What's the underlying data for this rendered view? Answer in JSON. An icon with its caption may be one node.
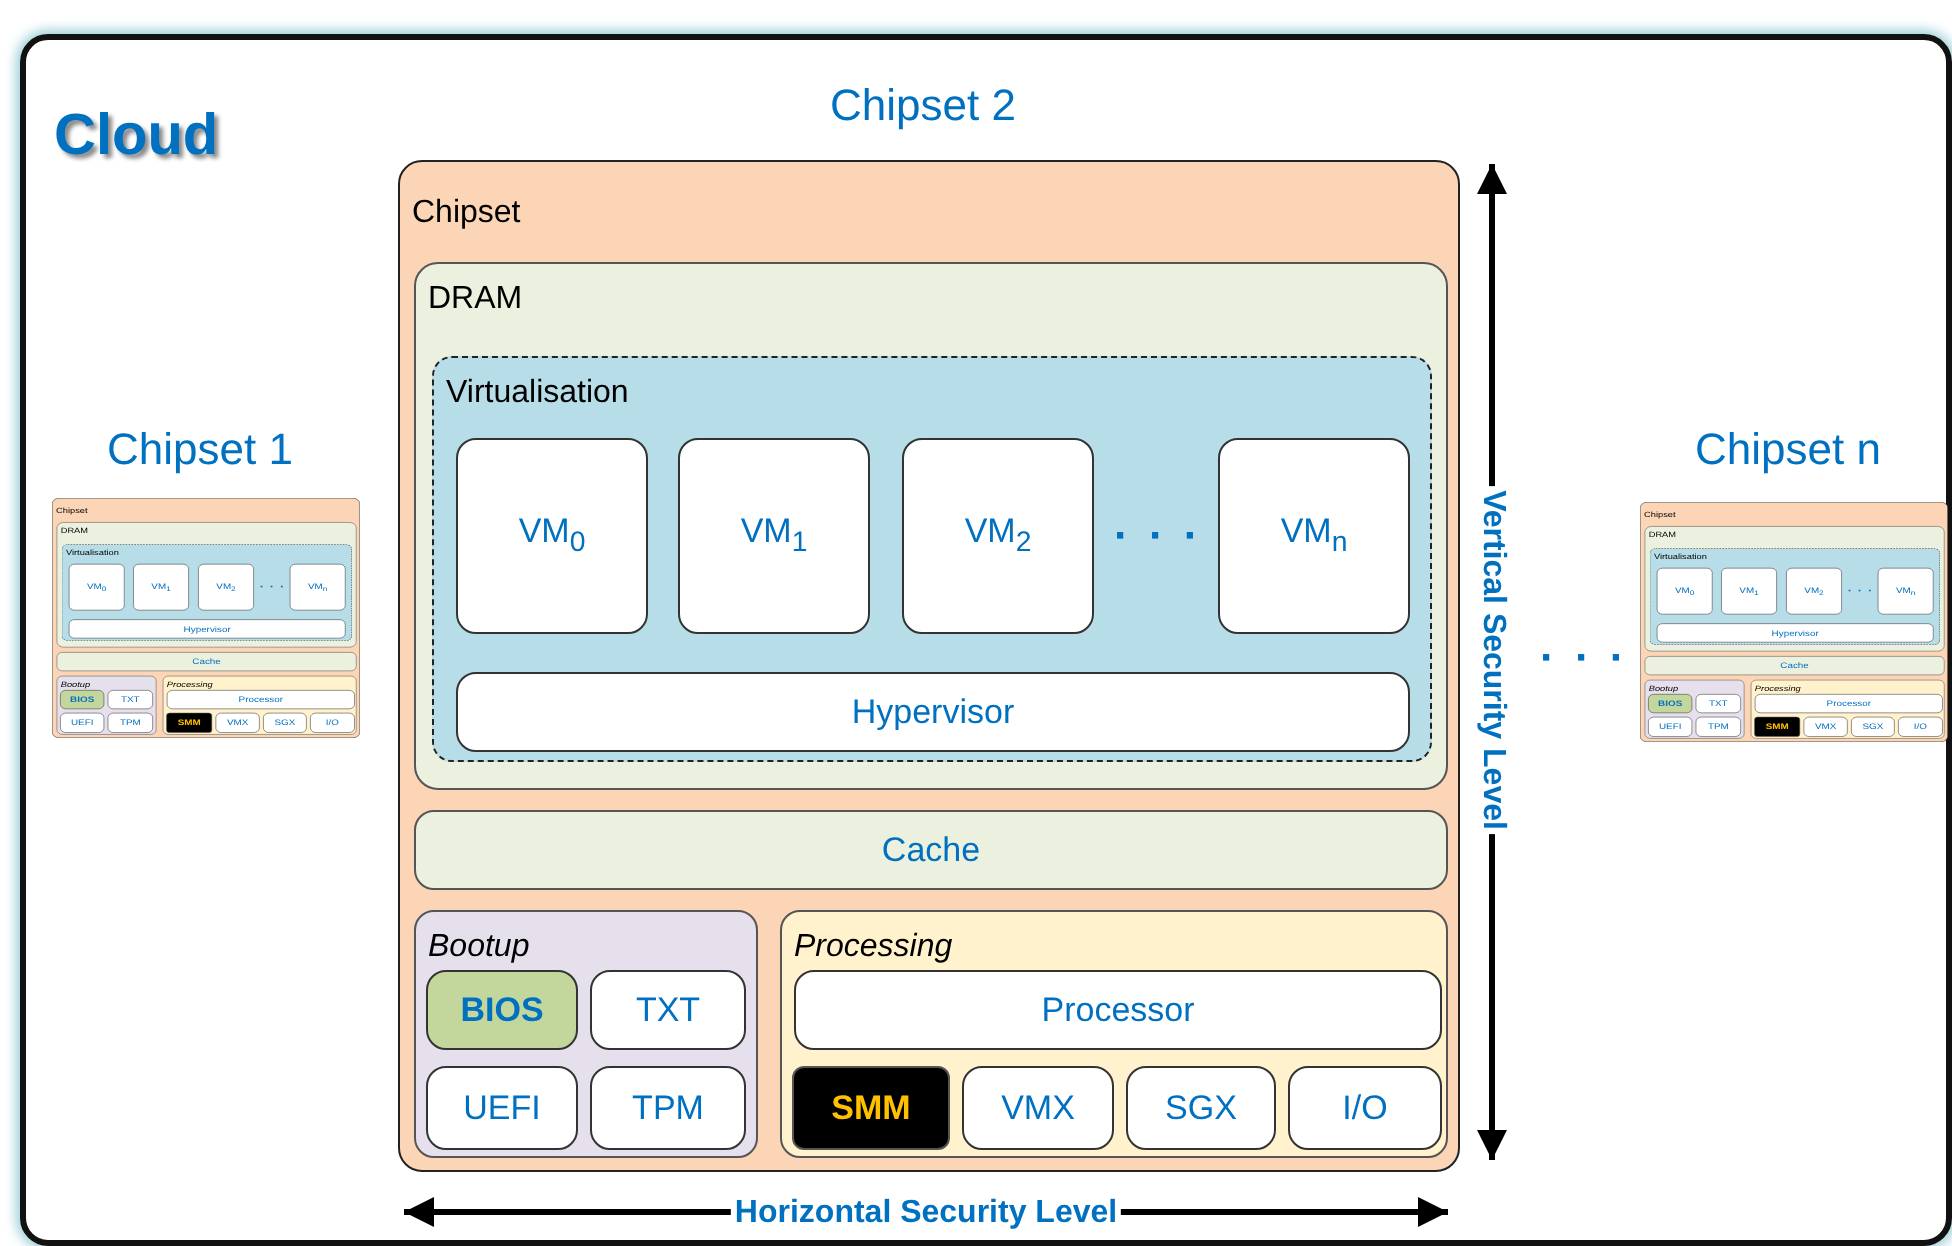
{
  "diagram": {
    "nodes": [
      {
        "text": [
          "Cloud"
        ]
      },
      {
        "text": [
          "Chipset"
        ],
        "in": 0,
        "beside": [
          "Chipset 1"
        ]
      },
      {
        "text": [
          "DRAM"
        ],
        "in": 1
      },
      {
        "text": [
          "Virtualisation"
        ],
        "in": 2
      },
      {
        "text": [
          "VM$_{0}$"
        ],
        "in": 3
      },
      {
        "text": [
          "VM$_{1}$"
        ],
        "in": 3
      },
      {
        "text": [
          "VM$_{2}$"
        ],
        "in": 3
      },
      {
        "text": [
          "VM$_{n}$"
        ],
        "in": 3
      },
      {
        "text": [
          "Hypervisor"
        ],
        "in": 3
      },
      {
        "text": [
          "Cache"
        ],
        "in": 1
      },
      {
        "text": [
          "Bootup"
        ],
        "in": 1
      },
      {
        "text": [
          "BIOS"
        ],
        "in": 10
      },
      {
        "text": [
          "TXT"
        ],
        "in": 10
      },
      {
        "text": [
          "UEFI"
        ],
        "in": 10
      },
      {
        "text": [
          "TPM"
        ],
        "in": 10
      },
      {
        "text": [
          "Processing"
        ],
        "in": 1
      },
      {
        "text": [
          "Processor"
        ],
        "in": 15
      },
      {
        "text": [
          "SMM"
        ],
        "in": 15
      },
      {
        "text": [
          "VMX"
        ],
        "in": 15
      },
      {
        "text": [
          "SGX"
        ],
        "in": 15
      },
      {
        "text": [
          "I/O"
        ],
        "in": 15
      },
      {
        "text": [
          "Chipset"
        ],
        "in": 0,
        "beside": [
          "Chipset 2"
        ]
      },
      {
        "text": [
          "DRAM"
        ],
        "in": 21
      },
      {
        "text": [
          "Virtualisation"
        ],
        "in": 22
      },
      {
        "text": [
          "VM$_{0}$"
        ],
        "in": 23
      },
      {
        "text": [
          "VM$_{1}$"
        ],
        "in": 23
      },
      {
        "text": [
          "VM$_{2}$"
        ],
        "in": 23
      },
      {
        "text": [
          "VM$_{n}$"
        ],
        "in": 23
      },
      {
        "text": [
          "Hypervisor"
        ],
        "in": 23
      },
      {
        "text": [
          "Cache"
        ],
        "in": 21
      },
      {
        "text": [
          "Bootup"
        ],
        "in": 21
      },
      {
        "text": [
          "BIOS"
        ],
        "in": 30
      },
      {
        "text": [
          "TXT"
        ],
        "in": 30
      },
      {
        "text": [
          "UEFI"
        ],
        "in": 30
      },
      {
        "text": [
          "TPM"
        ],
        "in": 30
      },
      {
        "text": [
          "Processing"
        ],
        "in": 21
      },
      {
        "text": [
          "Processor"
        ],
        "in": 35
      },
      {
        "text": [
          "SMM"
        ],
        "in": 35
      },
      {
        "text": [
          "VMX"
        ],
        "in": 35
      },
      {
        "text": [
          "SGX"
        ],
        "in": 35
      },
      {
        "text": [
          "I/O"
        ],
        "in": 35
      },
      {
        "text": [
          "Chipset"
        ],
        "in": 0,
        "beside": [
          "Chipset n"
        ]
      },
      {
        "text": [
          "DRAM"
        ],
        "in": 41
      },
      {
        "text": [
          "Virtualisation"
        ],
        "in": 42
      },
      {
        "text": [
          "VM$_{0}$"
        ],
        "in": 43
      },
      {
        "text": [
          "VM$_{1}$"
        ],
        "in": 43
      },
      {
        "text": [
          "VM$_{2}$"
        ],
        "in": 43
      },
      {
        "text": [
          "VM$_{n}$"
        ],
        "in": 43
      },
      {
        "text": [
          "Hypervisor"
        ],
        "in": 43
      },
      {
        "text": [
          "Cache"
        ],
        "in": 41
      },
      {
        "text": [
          "Bootup"
        ],
        "in": 41
      },
      {
        "text": [
          "BIOS"
        ],
        "in": 50
      },
      {
        "text": [
          "TXT"
        ],
        "in": 50
      },
      {
        "text": [
          "UEFI"
        ],
        "in": 50
      },
      {
        "text": [
          "TPM"
        ],
        "in": 50
      },
      {
        "text": [
          "Processing"
        ],
        "in": 41
      },
      {
        "text": [
          "Processor"
        ],
        "in": 55
      },
      {
        "text": [
          "SMM"
        ],
        "in": 55
      },
      {
        "text": [
          "VMX"
        ],
        "in": 55
      },
      {
        "text": [
          "SGX"
        ],
        "in": 55
      },
      {
        "text": [
          "I/O"
        ],
        "in": 55
      }
    ],
    "labels": [
      "· · ·",
      "· · ·",
      "· · ·",
      "· · ·",
      "Vertical Security Level",
      "Horizontal Security Level"
    ]
  }
}
